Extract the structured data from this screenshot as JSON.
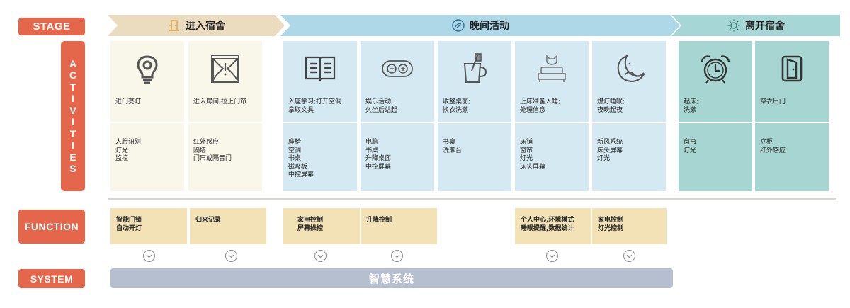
{
  "labels": {
    "stage": "STAGE",
    "activities": [
      "A",
      "C",
      "T",
      "I",
      "V",
      "I",
      "T",
      "I",
      "E",
      "S"
    ],
    "function": "FUNCTION",
    "system": "SYSTEM"
  },
  "stages": [
    {
      "title": "进入宿舍",
      "icon": "door-icon"
    },
    {
      "title": "晚间活动",
      "icon": "night-activity-icon"
    },
    {
      "title": "离开宿舍",
      "icon": "sun-icon"
    }
  ],
  "cards": [
    {
      "icon": "lightbulb-icon",
      "activity": [
        "进门亮灯"
      ],
      "devices": [
        "人脸识别",
        "灯光",
        "监控"
      ]
    },
    {
      "icon": "curtain-window-icon",
      "activity": [
        "进入房间;拉上门帘"
      ],
      "devices": [
        "红外感应",
        "隔墙",
        "门帘或隔音门"
      ]
    },
    {
      "icon": "book-icon",
      "activity": [
        "入座学习;打开空调",
        "拿取文具"
      ],
      "devices": [
        "座椅",
        "空调",
        "书桌",
        "磁吸板",
        "中控屏幕"
      ]
    },
    {
      "icon": "game-controller-icon",
      "activity": [
        "娱乐活动;",
        "久坐后站起"
      ],
      "devices": [
        "电脑",
        "书桌",
        "升降桌面",
        "中控屏幕"
      ]
    },
    {
      "icon": "toothbrush-cup-icon",
      "activity": [
        "收整桌面;",
        "换衣洗漱"
      ],
      "devices": [
        "书桌",
        "洗漱台"
      ]
    },
    {
      "icon": "bed-cat-icon",
      "activity": [
        "上床准备入睡;",
        "处理信息"
      ],
      "devices": [
        "床铺",
        "窗帘",
        "灯光",
        "床头屏幕"
      ]
    },
    {
      "icon": "moon-sleep-icon",
      "activity": [
        "熄灯睡眠;",
        "夜晚起夜"
      ],
      "devices": [
        "新风系统",
        "床头屏幕",
        "灯光"
      ]
    },
    {
      "icon": "alarm-clock-icon",
      "activity": [
        "起床;",
        "洗漱"
      ],
      "devices": [
        "窗帘",
        "灯光"
      ]
    },
    {
      "icon": "exit-door-icon",
      "activity": [
        "穿衣出门"
      ],
      "devices": [
        "立柜",
        "红外感应"
      ]
    }
  ],
  "functions": [
    {
      "lines": [
        "智能门锁",
        "自动开灯"
      ]
    },
    {
      "lines": [
        "归来记录"
      ]
    },
    {
      "lines": [
        "家电控制",
        "屏幕操控"
      ]
    },
    {
      "lines": [
        "升降控制"
      ]
    },
    {
      "lines": [
        "个人中心,环境模式",
        "睡眠提醒,数据统计"
      ]
    },
    {
      "lines": [
        "家电控制",
        "灯光控制"
      ]
    }
  ],
  "system": {
    "title": "智慧系统"
  },
  "colors": {
    "accent": "#e4664b",
    "stage_enter": "#ecdcbf",
    "stage_evening": "#aed7e8",
    "stage_leave": "#a6d6d6",
    "card_enter": "#f9f6ea",
    "card_evening": "#d4e9f2",
    "card_leave": "#a7d6d2",
    "function_fill": "#f2e2b6",
    "system_fill": "#b6bfcf"
  }
}
